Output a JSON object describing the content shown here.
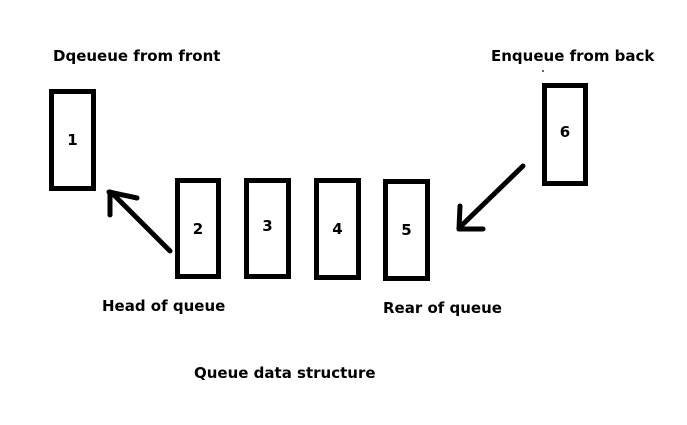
{
  "labels": {
    "dequeue": "Dqeueue from front",
    "enqueue": "Enqueue from back",
    "head": "Head of queue",
    "rear": "Rear of queue",
    "caption": "Queue data structure"
  },
  "dequeued_item": "1",
  "queue_items": [
    "2",
    "3",
    "4",
    "5"
  ],
  "incoming_item": "6",
  "colors": {
    "stroke": "#000000",
    "background": "#ffffff"
  }
}
